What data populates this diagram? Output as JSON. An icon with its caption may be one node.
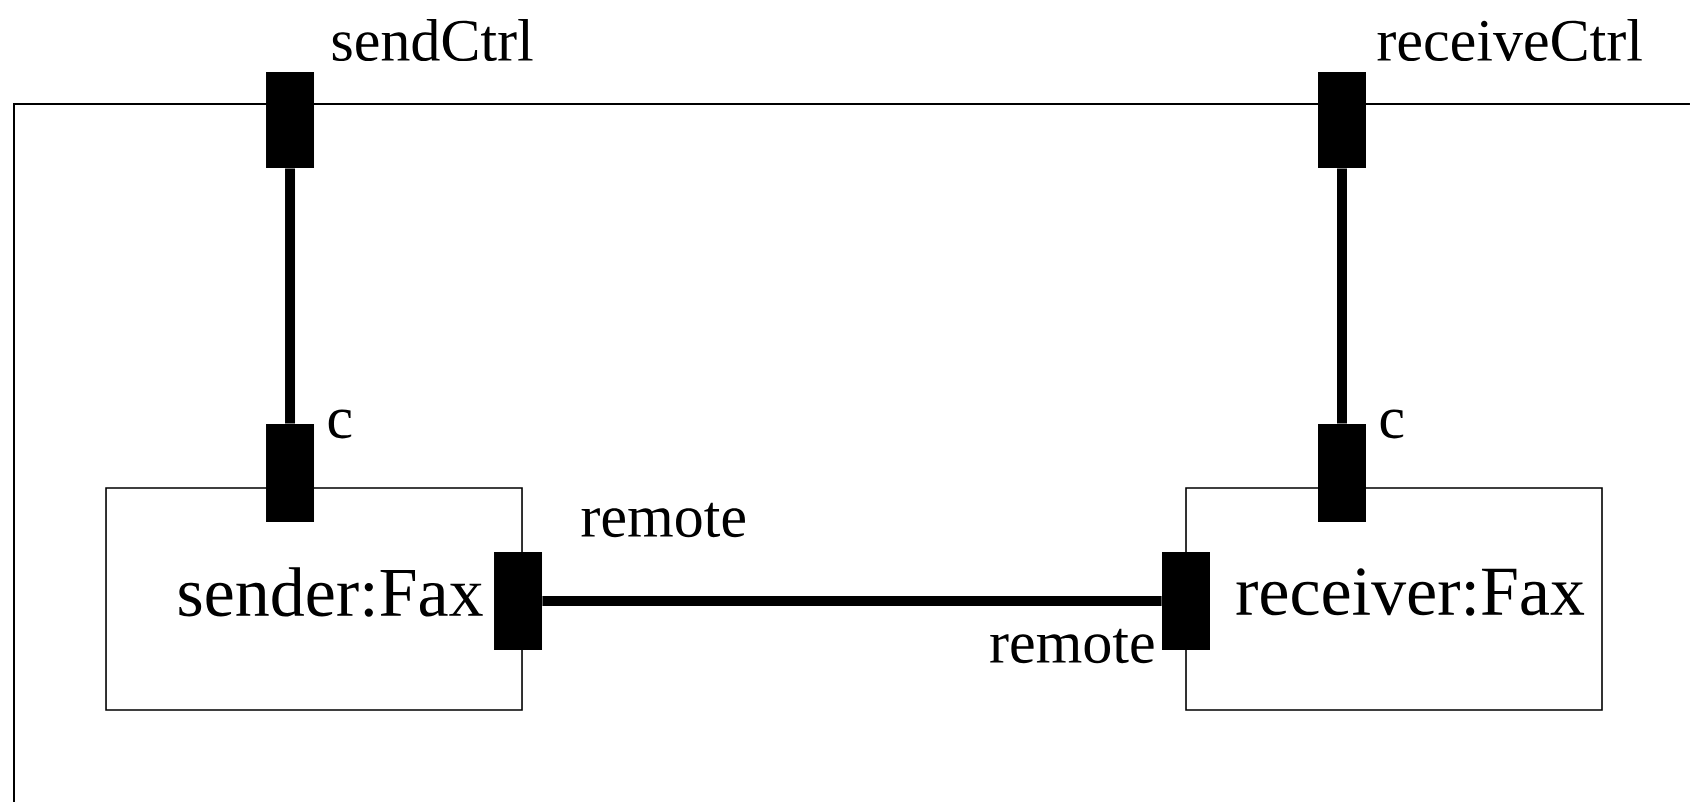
{
  "diagram": {
    "nodes": [
      {
        "text": [],
        "shape": "box"
      },
      {
        "text": [
          "sender:Fax"
        ],
        "in": 0
      },
      {
        "text": [
          "receiver:Fax"
        ],
        "in": 0
      },
      {
        "text": [],
        "shape": "box",
        "beside": [
          "sendCtrl"
        ]
      },
      {
        "text": [],
        "shape": "box",
        "beside": [
          "receiveCtrl"
        ]
      },
      {
        "text": [],
        "shape": "box",
        "beside": [
          "c"
        ],
        "in": 0
      },
      {
        "text": [],
        "shape": "box",
        "beside": [
          "c"
        ],
        "in": 0
      },
      {
        "text": [],
        "shape": "box",
        "beside": [
          "remote"
        ],
        "in": 0
      },
      {
        "text": [],
        "shape": "box",
        "beside": [
          "remote"
        ],
        "in": 0
      }
    ],
    "edges": [
      {
        "from": 3,
        "to": 5,
        "arrow": "none"
      },
      {
        "from": 4,
        "to": 6,
        "arrow": "none"
      },
      {
        "from": 7,
        "to": 8,
        "arrow": "none"
      }
    ]
  }
}
